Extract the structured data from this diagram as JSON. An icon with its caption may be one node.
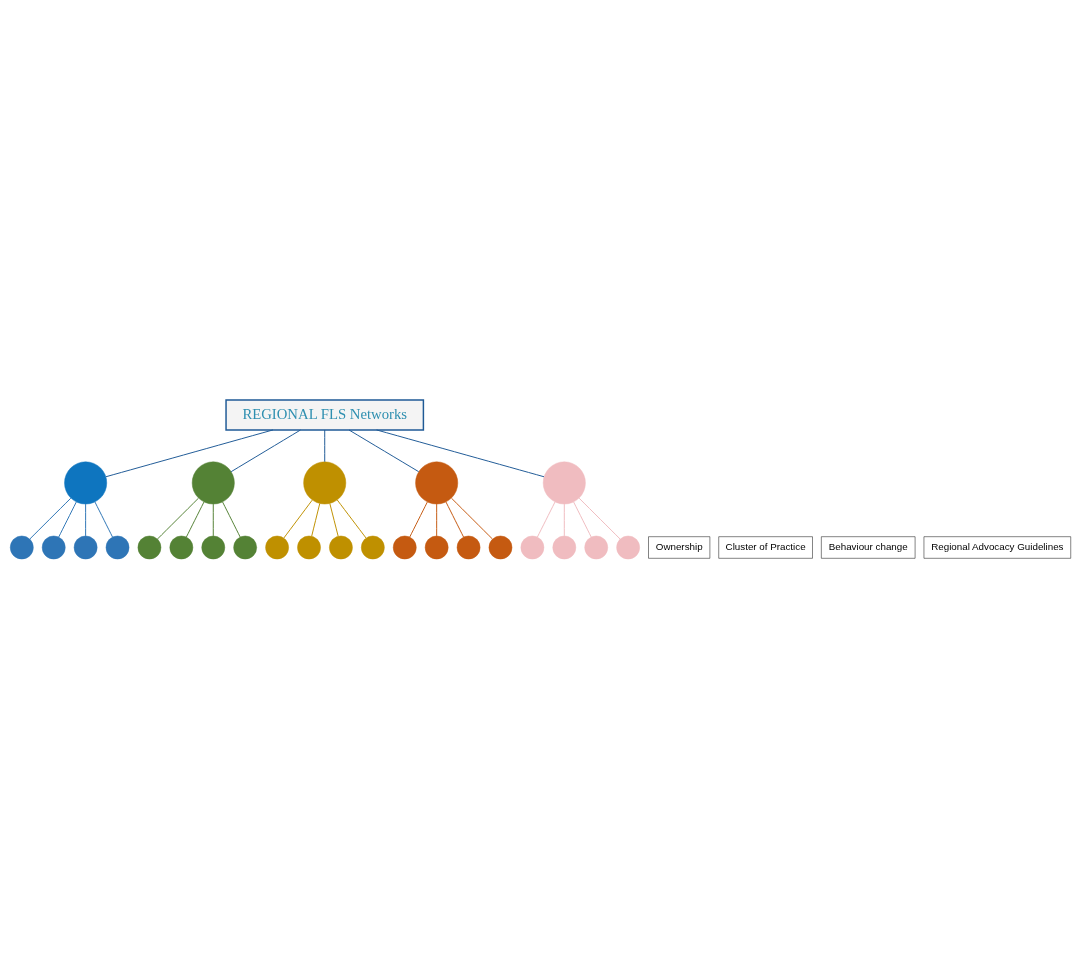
{
  "diagram": {
    "nodes": [
      {
        "text": [
          "REGIONAL FLS Networks"
        ]
      },
      {
        "text": [],
        "shape": "circle"
      },
      {
        "text": [],
        "shape": "circle"
      },
      {
        "text": [],
        "shape": "circle"
      },
      {
        "text": [],
        "shape": "circle"
      },
      {
        "text": [],
        "shape": "circle"
      },
      {
        "text": [],
        "shape": "circle"
      },
      {
        "text": [],
        "shape": "circle"
      },
      {
        "text": [],
        "shape": "circle"
      },
      {
        "text": [],
        "shape": "circle"
      },
      {
        "text": [],
        "shape": "circle"
      },
      {
        "text": [],
        "shape": "circle"
      },
      {
        "text": [],
        "shape": "circle"
      },
      {
        "text": [],
        "shape": "circle"
      },
      {
        "text": [],
        "shape": "circle"
      },
      {
        "text": [],
        "shape": "circle"
      },
      {
        "text": [],
        "shape": "circle"
      },
      {
        "text": [],
        "shape": "circle"
      },
      {
        "text": [],
        "shape": "circle"
      },
      {
        "text": [],
        "shape": "circle"
      },
      {
        "text": [],
        "shape": "circle"
      },
      {
        "text": [],
        "shape": "circle"
      },
      {
        "text": [],
        "shape": "circle"
      },
      {
        "text": [],
        "shape": "circle"
      },
      {
        "text": [],
        "shape": "circle"
      },
      {
        "text": [],
        "shape": "circle"
      },
      {
        "text": [
          "Ownership"
        ]
      },
      {
        "text": [
          "Cluster of Practice"
        ]
      },
      {
        "text": [
          "Behaviour change"
        ]
      },
      {
        "text": [
          "Regional Advocacy Guidelines"
        ]
      }
    ],
    "edges": [
      {
        "from": 0,
        "to": 1,
        "arrow": "none",
        "color": "#1f5a96"
      },
      {
        "from": 0,
        "to": 2,
        "arrow": "none",
        "color": "#1f5a96"
      },
      {
        "from": 0,
        "to": 3,
        "arrow": "none",
        "color": "#1f5a96"
      },
      {
        "from": 0,
        "to": 4,
        "arrow": "none",
        "color": "#1f5a96"
      },
      {
        "from": 0,
        "to": 5,
        "arrow": "none",
        "color": "#1f5a96"
      },
      {
        "from": 1,
        "to": 6,
        "arrow": "none",
        "color": "#2e75b6"
      },
      {
        "from": 1,
        "to": 7,
        "arrow": "none",
        "color": "#2e75b6"
      },
      {
        "from": 1,
        "to": 8,
        "arrow": "none",
        "color": "#2e75b6"
      },
      {
        "from": 1,
        "to": 9,
        "arrow": "none",
        "color": "#2e75b6"
      },
      {
        "from": 2,
        "to": 10,
        "arrow": "none",
        "color": "#548235"
      },
      {
        "from": 2,
        "to": 11,
        "arrow": "none",
        "color": "#548235"
      },
      {
        "from": 2,
        "to": 12,
        "arrow": "none",
        "color": "#548235"
      },
      {
        "from": 2,
        "to": 13,
        "arrow": "none",
        "color": "#548235"
      },
      {
        "from": 3,
        "to": 14,
        "arrow": "none",
        "color": "#bf9000"
      },
      {
        "from": 3,
        "to": 15,
        "arrow": "none",
        "color": "#bf9000"
      },
      {
        "from": 3,
        "to": 16,
        "arrow": "none",
        "color": "#bf9000"
      },
      {
        "from": 3,
        "to": 17,
        "arrow": "none",
        "color": "#bf9000"
      },
      {
        "from": 4,
        "to": 18,
        "arrow": "none",
        "color": "#c55a11"
      },
      {
        "from": 4,
        "to": 19,
        "arrow": "none",
        "color": "#c55a11"
      },
      {
        "from": 4,
        "to": 20,
        "arrow": "none",
        "color": "#c55a11"
      },
      {
        "from": 4,
        "to": 21,
        "arrow": "none",
        "color": "#c55a11"
      },
      {
        "from": 5,
        "to": 22,
        "arrow": "none",
        "color": "#f0bcc0"
      },
      {
        "from": 5,
        "to": 23,
        "arrow": "none",
        "color": "#f0bcc0"
      },
      {
        "from": 5,
        "to": 24,
        "arrow": "none",
        "color": "#f0bcc0"
      },
      {
        "from": 5,
        "to": 25,
        "arrow": "none",
        "color": "#f0bcc0"
      }
    ]
  }
}
